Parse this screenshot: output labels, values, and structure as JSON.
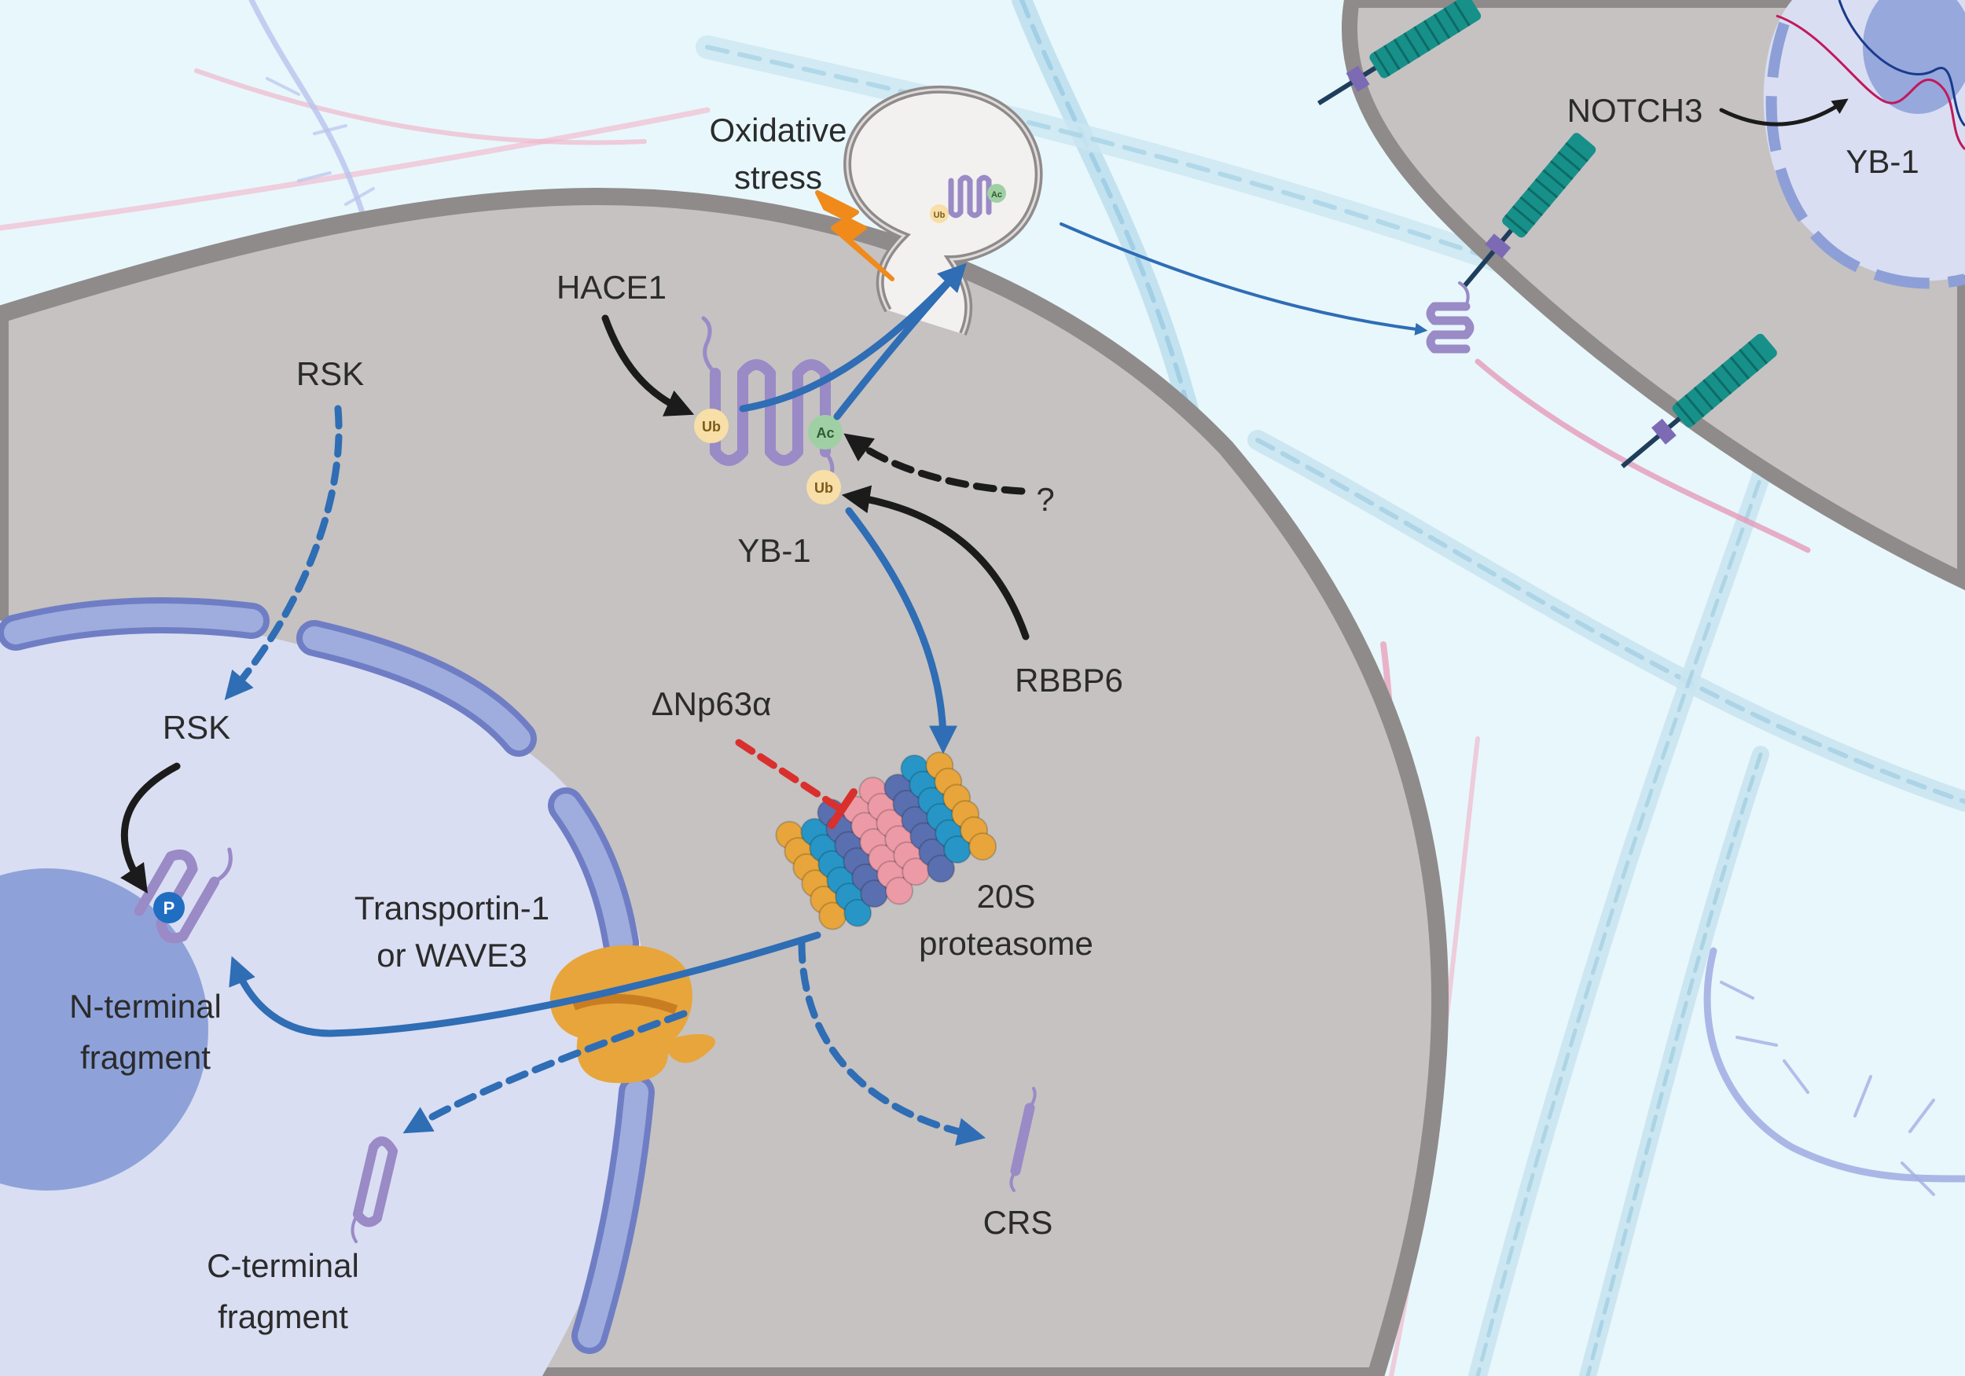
{
  "labels": {
    "oxidative_stress_1": "Oxidative",
    "oxidative_stress_2": "stress",
    "hace1": "HACE1",
    "rsk_cytoplasm": "RSK",
    "rsk_nucleus": "RSK",
    "yb1_cytoplasm": "YB-1",
    "yb1_neighbor": "YB-1",
    "notch3": "NOTCH3",
    "rbbp6": "RBBP6",
    "delta_np63a": "ΔNp63α",
    "proteasome_1": "20S",
    "proteasome_2": "proteasome",
    "transportin_1": "Transportin-1",
    "transportin_2": "or WAVE3",
    "n_terminal_1": "N-terminal",
    "n_terminal_2": "fragment",
    "c_terminal_1": "C-terminal",
    "c_terminal_2": "fragment",
    "crs": "CRS",
    "question_mark": "?"
  },
  "badges": {
    "ub": "Ub",
    "ac": "Ac",
    "phospho": "P"
  },
  "colors": {
    "background": "#e8f7fc",
    "cell": "#c5c2c1",
    "cell_border": "#8f8b8a",
    "nucleus": "#d9def2",
    "envelope": "#8d9fd6",
    "nucleolus": "#8ea2d9",
    "yb1_protein": "#9a8ac6",
    "blue_arrow": "#2f6db5",
    "black_arrow": "#1b1b1b",
    "inhibition": "#d9302e",
    "notch_receptor": "#17908a",
    "lightning": "#ef8a1b",
    "ub_badge": "#f7dfa7",
    "ac_badge": "#9fd0a3",
    "phospho_badge": "#1f6ec2",
    "proteasome_orange": "#e7a53b",
    "proteasome_blue": "#2796c6",
    "proteasome_navy": "#5a6fb0",
    "proteasome_pink": "#ec9aa6"
  }
}
